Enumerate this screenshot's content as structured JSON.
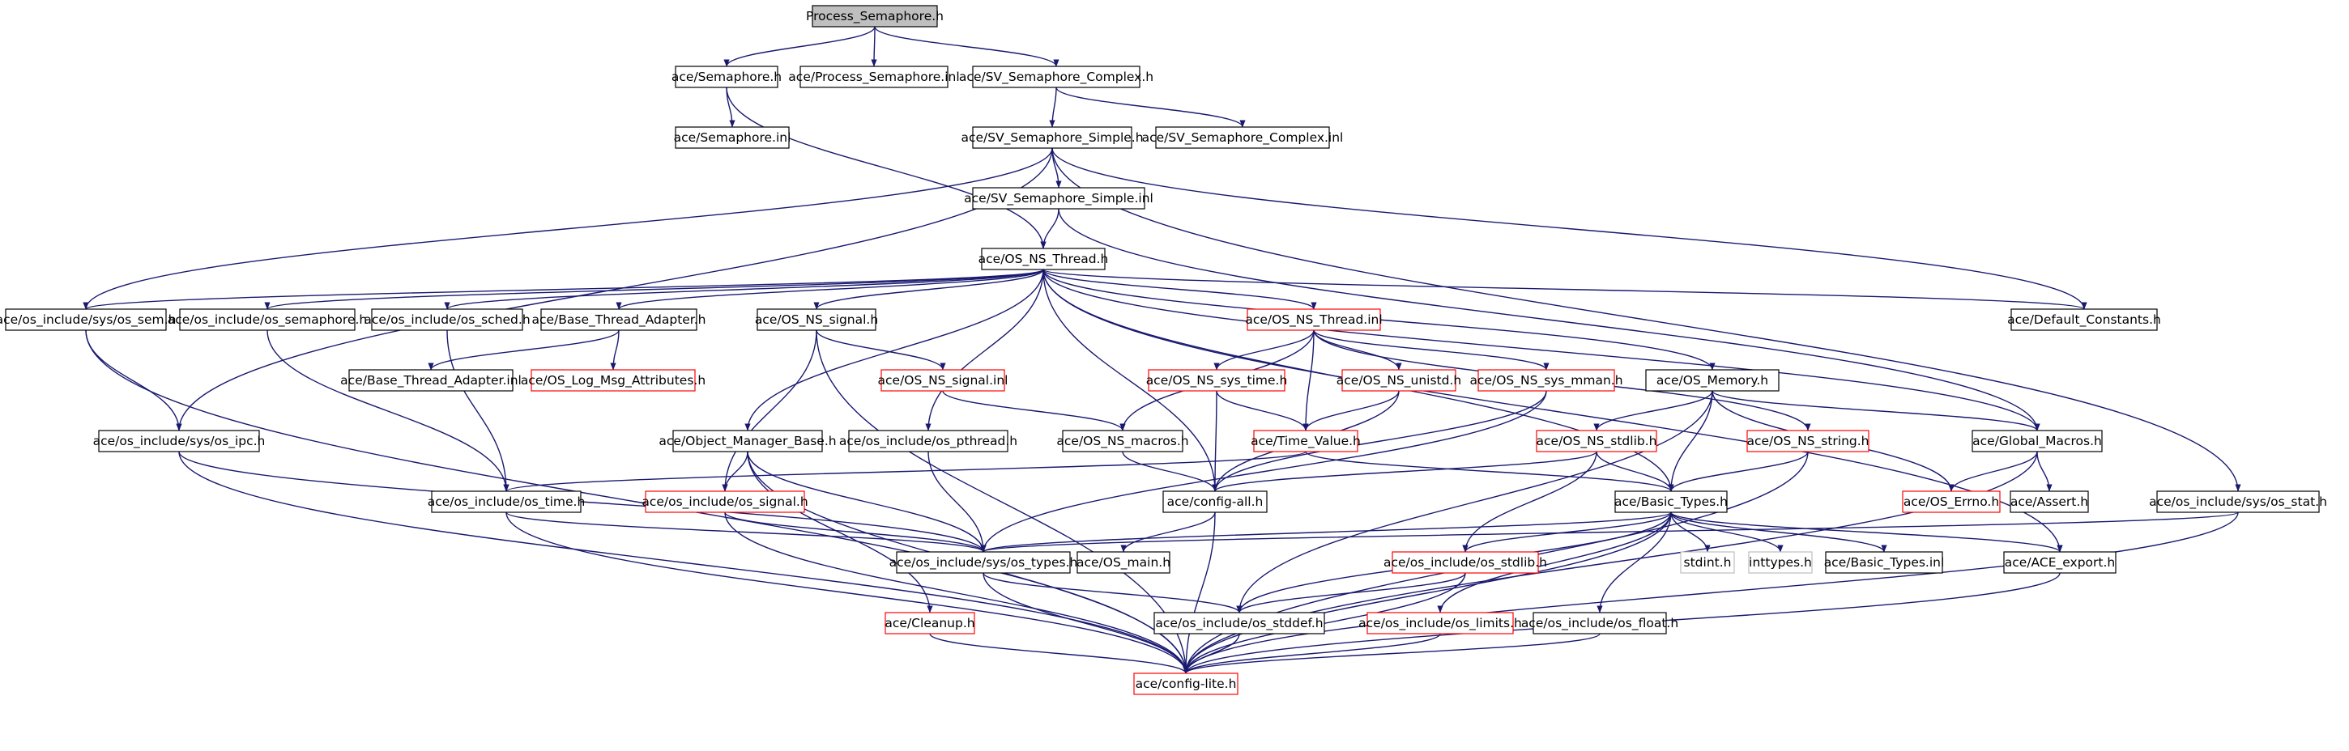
{
  "nodes": [
    {
      "id": "n0",
      "label": "Process_Semaphore.h",
      "style": "root"
    },
    {
      "id": "n1",
      "label": "ace/Semaphore.h",
      "style": "black"
    },
    {
      "id": "n2",
      "label": "ace/Process_Semaphore.inl",
      "style": "black"
    },
    {
      "id": "n3",
      "label": "ace/SV_Semaphore_Complex.h",
      "style": "black"
    },
    {
      "id": "n4",
      "label": "ace/Semaphore.inl",
      "style": "black"
    },
    {
      "id": "n5",
      "label": "ace/SV_Semaphore_Simple.h",
      "style": "black"
    },
    {
      "id": "n6",
      "label": "ace/SV_Semaphore_Complex.inl",
      "style": "black"
    },
    {
      "id": "n7",
      "label": "ace/SV_Semaphore_Simple.inl",
      "style": "black"
    },
    {
      "id": "n8",
      "label": "ace/OS_NS_Thread.h",
      "style": "black"
    },
    {
      "id": "n9",
      "label": "ace/os_include/sys/os_sem.h",
      "style": "black"
    },
    {
      "id": "n10",
      "label": "ace/os_include/os_semaphore.h",
      "style": "black"
    },
    {
      "id": "n11",
      "label": "ace/os_include/os_sched.h",
      "style": "black"
    },
    {
      "id": "n12",
      "label": "ace/Base_Thread_Adapter.h",
      "style": "black"
    },
    {
      "id": "n13",
      "label": "ace/OS_NS_signal.h",
      "style": "black"
    },
    {
      "id": "n14",
      "label": "ace/OS_NS_Thread.inl",
      "style": "red"
    },
    {
      "id": "n15",
      "label": "ace/Default_Constants.h",
      "style": "black"
    },
    {
      "id": "n16",
      "label": "ace/Base_Thread_Adapter.inl",
      "style": "black"
    },
    {
      "id": "n17",
      "label": "ace/OS_Log_Msg_Attributes.h",
      "style": "red"
    },
    {
      "id": "n18",
      "label": "ace/OS_NS_signal.inl",
      "style": "red"
    },
    {
      "id": "n19",
      "label": "ace/OS_NS_sys_time.h",
      "style": "red"
    },
    {
      "id": "n20",
      "label": "ace/OS_NS_unistd.h",
      "style": "red"
    },
    {
      "id": "n21",
      "label": "ace/OS_NS_sys_mman.h",
      "style": "red"
    },
    {
      "id": "n22",
      "label": "ace/OS_Memory.h",
      "style": "black"
    },
    {
      "id": "n23",
      "label": "ace/os_include/sys/os_ipc.h",
      "style": "black"
    },
    {
      "id": "n24",
      "label": "ace/Object_Manager_Base.h",
      "style": "black"
    },
    {
      "id": "n25",
      "label": "ace/os_include/os_pthread.h",
      "style": "black"
    },
    {
      "id": "n26",
      "label": "ace/OS_NS_macros.h",
      "style": "black"
    },
    {
      "id": "n27",
      "label": "ace/Time_Value.h",
      "style": "red"
    },
    {
      "id": "n28",
      "label": "ace/OS_NS_stdlib.h",
      "style": "red"
    },
    {
      "id": "n29",
      "label": "ace/OS_NS_string.h",
      "style": "red"
    },
    {
      "id": "n30",
      "label": "ace/Global_Macros.h",
      "style": "black"
    },
    {
      "id": "n31",
      "label": "ace/os_include/os_time.h",
      "style": "black"
    },
    {
      "id": "n32",
      "label": "ace/os_include/os_signal.h",
      "style": "red"
    },
    {
      "id": "n33",
      "label": "ace/config-all.h",
      "style": "black"
    },
    {
      "id": "n34",
      "label": "ace/Basic_Types.h",
      "style": "black"
    },
    {
      "id": "n35",
      "label": "ace/OS_Errno.h",
      "style": "red"
    },
    {
      "id": "n36",
      "label": "ace/Assert.h",
      "style": "black"
    },
    {
      "id": "n37",
      "label": "ace/os_include/sys/os_stat.h",
      "style": "black"
    },
    {
      "id": "n38",
      "label": "ace/os_include/sys/os_types.h",
      "style": "black"
    },
    {
      "id": "n39",
      "label": "ace/OS_main.h",
      "style": "black"
    },
    {
      "id": "n40",
      "label": "ace/os_include/os_stdlib.h",
      "style": "red"
    },
    {
      "id": "n41",
      "label": "stdint.h",
      "style": "gray"
    },
    {
      "id": "n42",
      "label": "inttypes.h",
      "style": "gray"
    },
    {
      "id": "n43",
      "label": "ace/Basic_Types.inl",
      "style": "black"
    },
    {
      "id": "n44",
      "label": "ace/ACE_export.h",
      "style": "black"
    },
    {
      "id": "n45",
      "label": "ace/Cleanup.h",
      "style": "red"
    },
    {
      "id": "n46",
      "label": "ace/os_include/os_stddef.h",
      "style": "black"
    },
    {
      "id": "n47",
      "label": "ace/os_include/os_limits.h",
      "style": "red"
    },
    {
      "id": "n48",
      "label": "ace/os_include/os_float.h",
      "style": "black"
    },
    {
      "id": "n49",
      "label": "ace/config-lite.h",
      "style": "red"
    }
  ],
  "edges": [
    [
      "n0",
      "n1"
    ],
    [
      "n0",
      "n2"
    ],
    [
      "n0",
      "n3"
    ],
    [
      "n1",
      "n4"
    ],
    [
      "n1",
      "n8"
    ],
    [
      "n3",
      "n5"
    ],
    [
      "n3",
      "n6"
    ],
    [
      "n5",
      "n7"
    ],
    [
      "n5",
      "n9"
    ],
    [
      "n5",
      "n15"
    ],
    [
      "n5",
      "n37"
    ],
    [
      "n5",
      "n23"
    ],
    [
      "n7",
      "n8"
    ],
    [
      "n7",
      "n30"
    ],
    [
      "n8",
      "n9"
    ],
    [
      "n8",
      "n10"
    ],
    [
      "n8",
      "n11"
    ],
    [
      "n8",
      "n12"
    ],
    [
      "n8",
      "n13"
    ],
    [
      "n8",
      "n14"
    ],
    [
      "n8",
      "n15"
    ],
    [
      "n8",
      "n24"
    ],
    [
      "n8",
      "n25"
    ],
    [
      "n8",
      "n33"
    ],
    [
      "n8",
      "n30"
    ],
    [
      "n8",
      "n34"
    ],
    [
      "n8",
      "n44"
    ],
    [
      "n8",
      "n22"
    ],
    [
      "n9",
      "n23"
    ],
    [
      "n9",
      "n49"
    ],
    [
      "n10",
      "n31"
    ],
    [
      "n11",
      "n31"
    ],
    [
      "n12",
      "n16"
    ],
    [
      "n12",
      "n17"
    ],
    [
      "n13",
      "n18"
    ],
    [
      "n13",
      "n32"
    ],
    [
      "n13",
      "n49"
    ],
    [
      "n14",
      "n19"
    ],
    [
      "n14",
      "n20"
    ],
    [
      "n14",
      "n21"
    ],
    [
      "n14",
      "n27"
    ],
    [
      "n14",
      "n26"
    ],
    [
      "n14",
      "n29"
    ],
    [
      "n18",
      "n26"
    ],
    [
      "n19",
      "n27"
    ],
    [
      "n19",
      "n33"
    ],
    [
      "n20",
      "n27"
    ],
    [
      "n20",
      "n33"
    ],
    [
      "n21",
      "n38"
    ],
    [
      "n21",
      "n33"
    ],
    [
      "n22",
      "n28"
    ],
    [
      "n22",
      "n34"
    ],
    [
      "n22",
      "n35"
    ],
    [
      "n22",
      "n46"
    ],
    [
      "n22",
      "n30"
    ],
    [
      "n23",
      "n38"
    ],
    [
      "n23",
      "n49"
    ],
    [
      "n24",
      "n32"
    ],
    [
      "n24",
      "n45"
    ],
    [
      "n24",
      "n38"
    ],
    [
      "n24",
      "n49"
    ],
    [
      "n25",
      "n38"
    ],
    [
      "n26",
      "n33"
    ],
    [
      "n27",
      "n31"
    ],
    [
      "n27",
      "n34"
    ],
    [
      "n28",
      "n33"
    ],
    [
      "n28",
      "n34"
    ],
    [
      "n28",
      "n40"
    ],
    [
      "n29",
      "n34"
    ],
    [
      "n29",
      "n49"
    ],
    [
      "n30",
      "n35"
    ],
    [
      "n30",
      "n36"
    ],
    [
      "n30",
      "n49"
    ],
    [
      "n31",
      "n38"
    ],
    [
      "n31",
      "n49"
    ],
    [
      "n32",
      "n38"
    ],
    [
      "n32",
      "n49"
    ],
    [
      "n33",
      "n39"
    ],
    [
      "n33",
      "n49"
    ],
    [
      "n34",
      "n38"
    ],
    [
      "n34",
      "n40"
    ],
    [
      "n34",
      "n41"
    ],
    [
      "n34",
      "n42"
    ],
    [
      "n34",
      "n43"
    ],
    [
      "n34",
      "n44"
    ],
    [
      "n34",
      "n46"
    ],
    [
      "n34",
      "n47"
    ],
    [
      "n34",
      "n48"
    ],
    [
      "n34",
      "n49"
    ],
    [
      "n37",
      "n38"
    ],
    [
      "n37",
      "n49"
    ],
    [
      "n38",
      "n46"
    ],
    [
      "n38",
      "n49"
    ],
    [
      "n40",
      "n46"
    ],
    [
      "n40",
      "n49"
    ],
    [
      "n44",
      "n49"
    ],
    [
      "n45",
      "n49"
    ],
    [
      "n46",
      "n49"
    ],
    [
      "n47",
      "n49"
    ],
    [
      "n48",
      "n49"
    ]
  ],
  "colors": {
    "black": "#000000",
    "red": "#ff0000",
    "gray": "#bfbfbf",
    "root_fill": "#bfbfbf",
    "edge": "#191970"
  }
}
